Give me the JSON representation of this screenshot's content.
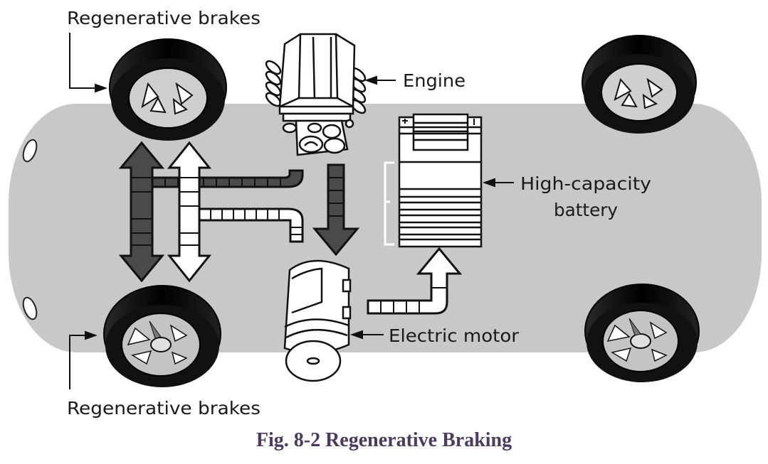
{
  "figure": {
    "caption": "Fig. 8-2 Regenerative Braking",
    "labels": {
      "regen_top": "Regenerative brakes",
      "regen_bottom": "Regenerative brakes",
      "engine": "Engine",
      "battery_line1": "High-capacity",
      "battery_line2": "battery",
      "motor": "Electric motor"
    },
    "colors": {
      "car_body": "#c8c8c8",
      "tire": "#111111",
      "dark_arrow": "#4a4a4a",
      "light_arrow": "#ffffff",
      "caption": "#4b3b5c"
    }
  }
}
